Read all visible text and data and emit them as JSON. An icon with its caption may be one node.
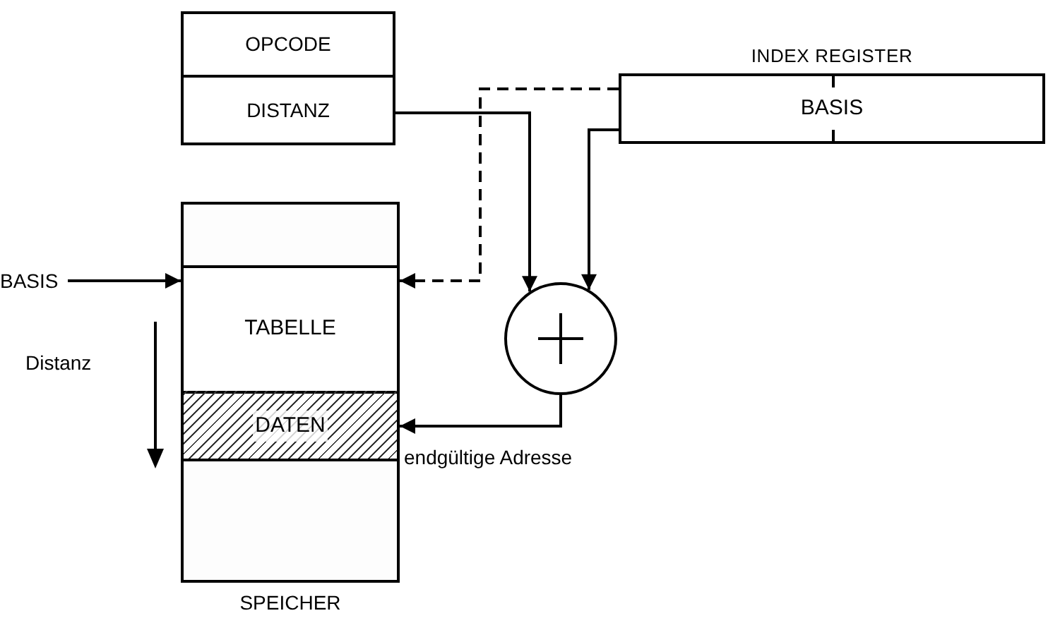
{
  "diagram": {
    "nodes": [
      {
        "text": [
          "OPCODE"
        ]
      },
      {
        "text": [
          "DISTANZ"
        ]
      },
      {
        "text": [
          "INDEX REGISTER",
          "BASIS"
        ]
      },
      {
        "text": [
          "SPEICHER"
        ]
      },
      {
        "text": [],
        "shape": "box",
        "in": 3
      },
      {
        "text": [
          "TABELLE"
        ],
        "in": 3
      },
      {
        "text": [
          "DATEN"
        ],
        "in": 3
      },
      {
        "text": [],
        "shape": "box",
        "in": 3
      },
      {
        "text": [
          "BASIS"
        ]
      },
      {
        "text": [],
        "shape": "circle"
      }
    ],
    "edges": [
      {
        "from": 1,
        "to": 9,
        "arrow": "to"
      },
      {
        "from": 2,
        "to": 9,
        "arrow": "to"
      },
      {
        "from": 2,
        "to": 5,
        "arrow": "to",
        "style": "dashed"
      },
      {
        "from": 8,
        "to": 5,
        "arrow": "to"
      },
      {
        "from": 9,
        "to": 6,
        "arrow": "to",
        "label": "endgültige Adresse"
      }
    ],
    "labels": [
      "Distanz"
    ]
  }
}
